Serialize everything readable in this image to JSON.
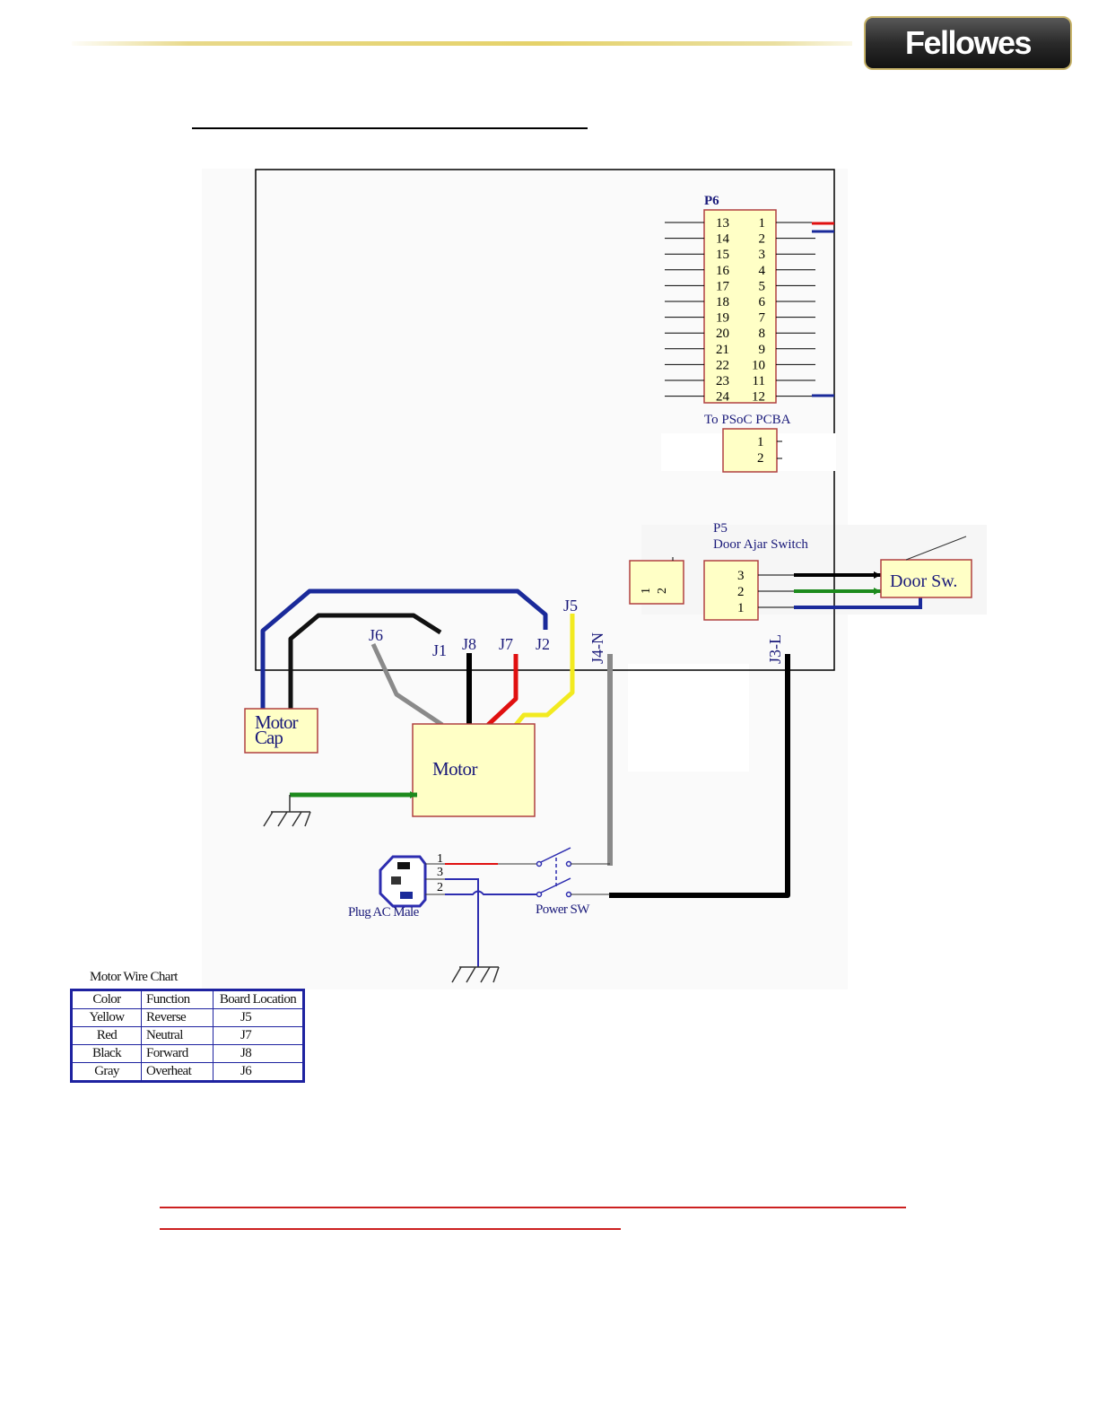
{
  "brand": {
    "logo_text": "Fellowes",
    "accent_color": "#e5d26a"
  },
  "diagram": {
    "p6": {
      "label": "P6",
      "left_pins": [
        "13",
        "14",
        "15",
        "16",
        "17",
        "18",
        "19",
        "20",
        "21",
        "22",
        "23",
        "24"
      ],
      "right_pins": [
        "1",
        "2",
        "3",
        "4",
        "5",
        "6",
        "7",
        "8",
        "9",
        "10",
        "11",
        "12"
      ],
      "caption": "To PSoC PCBA"
    },
    "small_connector": {
      "pins": [
        "1",
        "2"
      ]
    },
    "side_connector": {
      "pins": [
        "1",
        "2"
      ]
    },
    "p5": {
      "label": "P5",
      "caption": "Door Ajar Switch",
      "pins": [
        "3",
        "2",
        "1"
      ]
    },
    "door_switch": {
      "label": "Door Sw."
    },
    "jumpers": {
      "j1": "J1",
      "j2": "J2",
      "j5": "J5",
      "j6": "J6",
      "j7": "J7",
      "j8": "J8",
      "j4": "J4-N",
      "j3": "J3-L"
    },
    "motor_cap": {
      "line1": "Motor",
      "line2": "Cap"
    },
    "motor": {
      "label": "Motor"
    },
    "plug": {
      "label": "Plug AC Male",
      "pins": [
        "1",
        "3",
        "2"
      ]
    },
    "power_switch": {
      "label": "Power SW"
    },
    "colors": {
      "blue": "#1a2a9a",
      "black": "#000000",
      "red": "#e01010",
      "yellow": "#f2ea20",
      "gray": "#8a8a8a",
      "green": "#1c8a1c",
      "component_fill": "#ffffc6",
      "component_stroke": "#b04040"
    }
  },
  "wire_chart": {
    "title": "Motor Wire Chart",
    "headers": [
      "Color",
      "Function",
      "Board Location"
    ],
    "rows": [
      [
        "Yellow",
        "Reverse",
        "J5"
      ],
      [
        "Red",
        "Neutral",
        "J7"
      ],
      [
        "Black",
        "Forward",
        "J8"
      ],
      [
        "Gray",
        "Overheat",
        "J6"
      ]
    ]
  }
}
